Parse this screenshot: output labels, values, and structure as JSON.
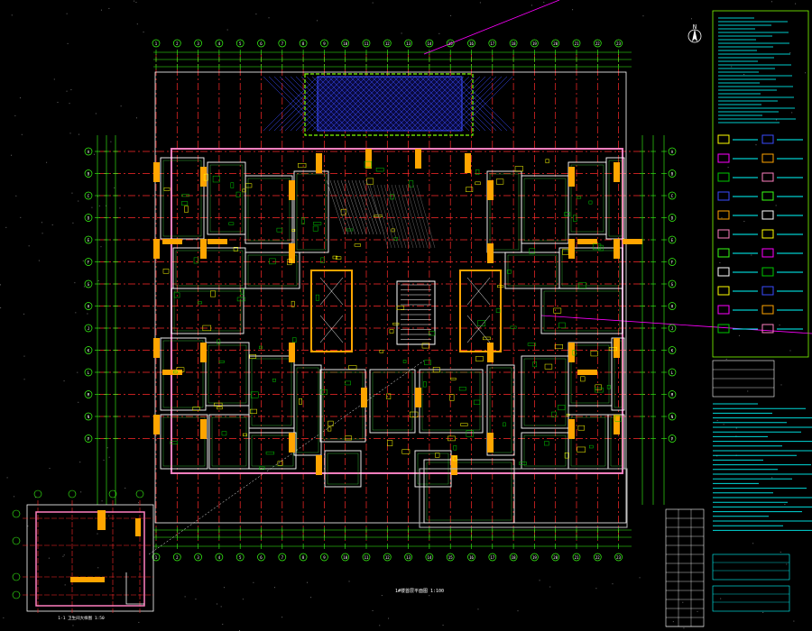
{
  "drawing": {
    "background": "#000000",
    "colors": {
      "grid": "#ff2a2a",
      "wall": "#ffffff",
      "column": "#ffa500",
      "dim": "#39ff14",
      "text": "#00ffff",
      "hatch": "#3a4cff",
      "magenta": "#ff00ff",
      "pink": "#ff7fbf",
      "frame": "#7fff00",
      "yellow": "#ffff00",
      "green": "#00c800"
    },
    "north_arrow_label": "N",
    "axis_top": [
      "1",
      "2",
      "3",
      "4",
      "5",
      "6",
      "7",
      "8",
      "9",
      "10",
      "11",
      "12",
      "13",
      "14",
      "15",
      "16",
      "17",
      "18",
      "19",
      "20",
      "21",
      "22",
      "23"
    ],
    "axis_left": [
      "A",
      "B",
      "C",
      "D",
      "E",
      "F",
      "G",
      "H",
      "J",
      "K",
      "L",
      "M",
      "N",
      "P"
    ],
    "main_caption": "1#楼首层平面图 1:100",
    "detail_caption": "1-1 卫生间大样图 1:50"
  }
}
